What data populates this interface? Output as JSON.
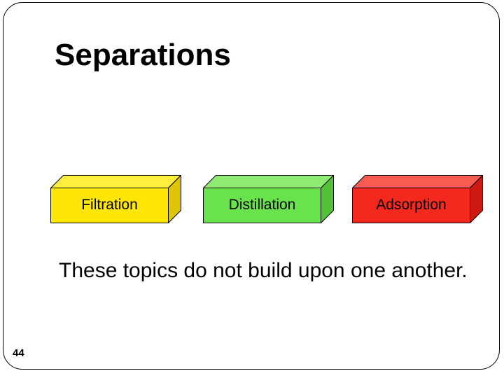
{
  "slide": {
    "title": "Separations",
    "body_text": "These topics do not build upon one another.",
    "page_number": "44",
    "boxes": [
      {
        "label": "Filtration",
        "front": "#ffe604",
        "top": "#ffee3d",
        "side": "#ddc404"
      },
      {
        "label": "Distillation",
        "front": "#68e34b",
        "top": "#8deb71",
        "side": "#51c236"
      },
      {
        "label": "Adsorption",
        "front": "#f5281e",
        "top": "#f75b51",
        "side": "#ce1812"
      }
    ],
    "colors": {
      "background": "#ffffff",
      "border": "#000000",
      "text": "#000000"
    }
  }
}
